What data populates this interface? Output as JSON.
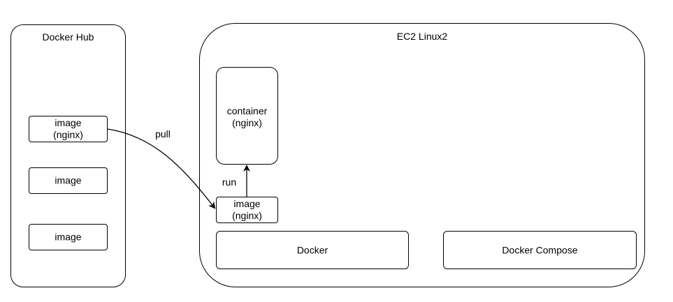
{
  "docker_hub": {
    "title": "Docker Hub",
    "images": [
      {
        "line1": "image",
        "line2": "(nginx)"
      },
      {
        "line1": "image",
        "line2": ""
      },
      {
        "line1": "image",
        "line2": ""
      }
    ]
  },
  "ec2": {
    "title": "EC2 Linux2",
    "container": {
      "line1": "container",
      "line2": "(nginx)"
    },
    "local_image": {
      "line1": "image",
      "line2": "(nginx)"
    },
    "docker": "Docker",
    "docker_compose": "Docker Compose"
  },
  "edges": {
    "pull": "pull",
    "run": "run"
  }
}
